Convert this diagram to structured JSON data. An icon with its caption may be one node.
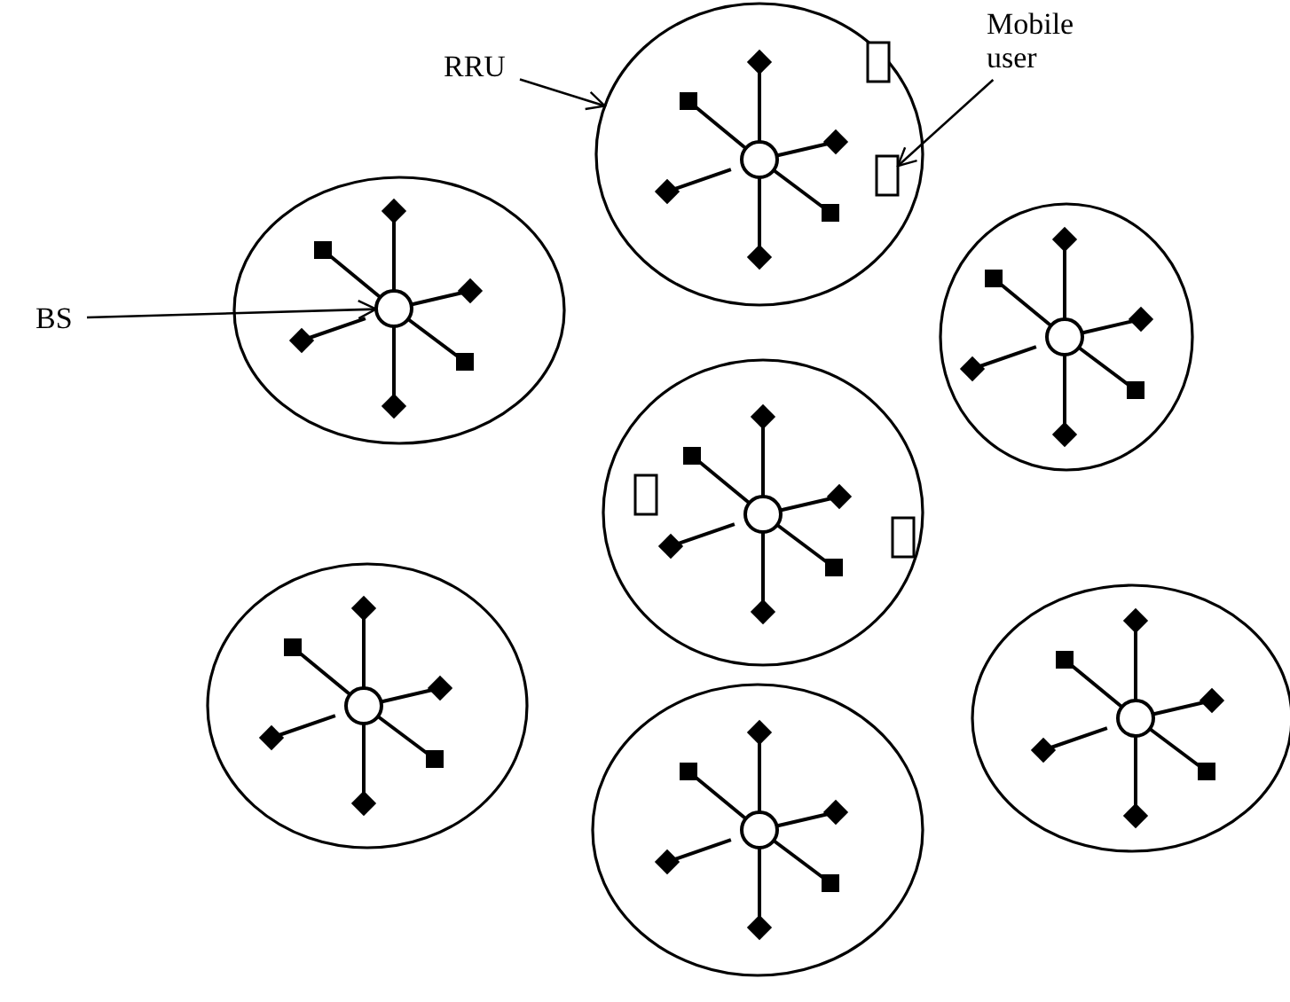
{
  "diagram": {
    "nodes": [
      {
        "text": [
          "RRU"
        ]
      },
      {
        "text": [
          "BS"
        ]
      },
      {
        "text": [
          "Mobile user"
        ]
      },
      {
        "text": [],
        "shape": "circle"
      },
      {
        "text": [],
        "shape": "circle"
      },
      {
        "text": [],
        "shape": "circle"
      },
      {
        "text": [],
        "shape": "circle"
      },
      {
        "text": [],
        "shape": "circle"
      },
      {
        "text": [],
        "shape": "circle"
      },
      {
        "text": [],
        "shape": "circle"
      },
      {
        "text": [],
        "shape": "circle",
        "in": 4
      },
      {
        "text": [],
        "shape": "box",
        "in": 3
      }
    ],
    "edges": [
      {
        "from": 0,
        "to": 3,
        "arrow": "to"
      },
      {
        "from": 1,
        "to": 10,
        "arrow": "to"
      },
      {
        "from": 2,
        "to": 11,
        "arrow": "to"
      }
    ]
  }
}
